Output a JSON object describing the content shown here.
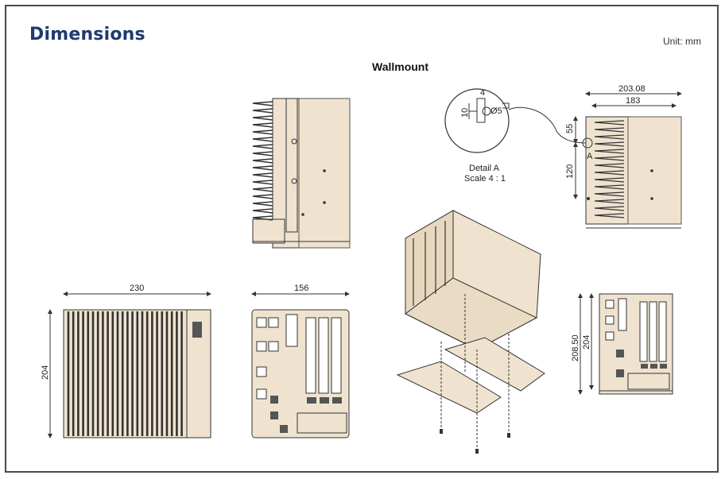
{
  "header": {
    "title": "Dimensions",
    "unit": "Unit: mm",
    "subtitle": "Wallmount"
  },
  "detail": {
    "label": "Detail A",
    "scale": "Scale 4 : 1",
    "dim_width": "4",
    "dim_height": "10",
    "dim_hole": "Ø5",
    "marker": "A"
  },
  "dimensions": {
    "side_total_width": "203.08",
    "side_body_width": "183",
    "side_upper_height": "55",
    "side_lower_height": "120",
    "top_width": "230",
    "top_depth": "204",
    "front_width": "156",
    "rear_height_total": "208.50",
    "rear_height_body": "204"
  },
  "colors": {
    "body": "#efe3cf",
    "title": "#1f3a6e",
    "line": "#333333"
  }
}
